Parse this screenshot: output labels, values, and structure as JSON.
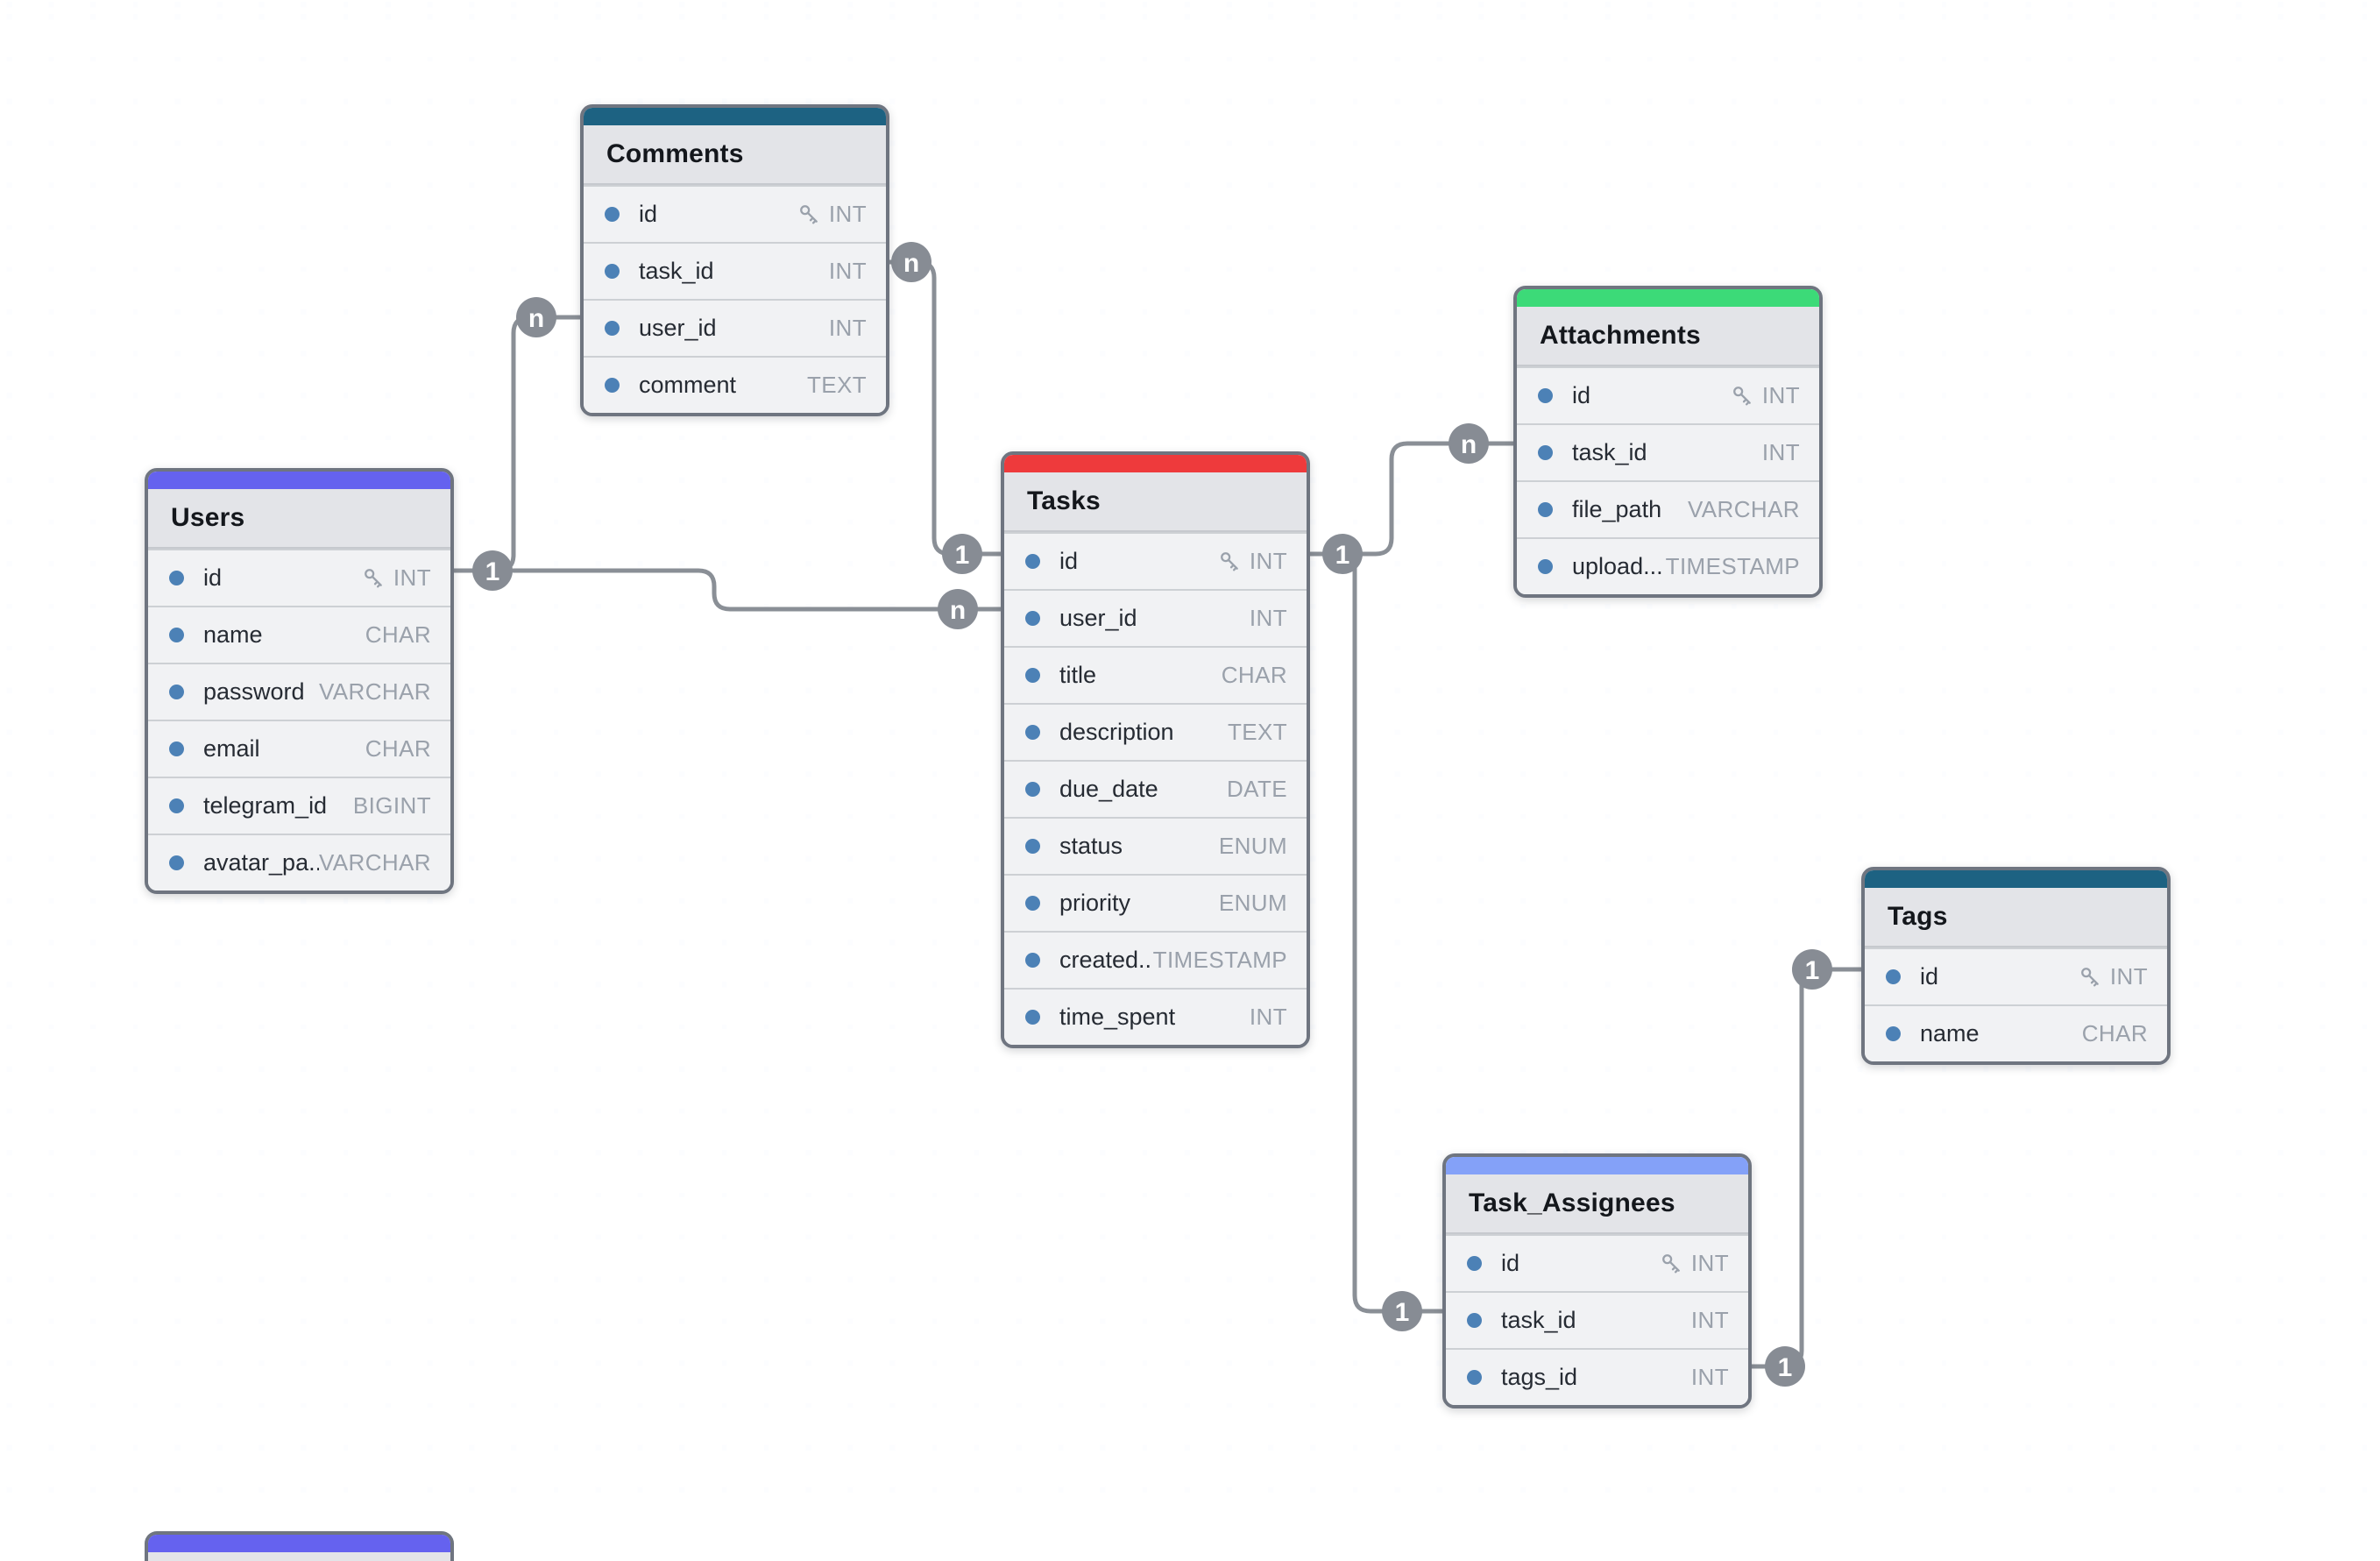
{
  "canvas": {
    "background_color": "#fcfdff",
    "dot_color": "#6898c6"
  },
  "icons": {
    "primary_key": "key-icon",
    "field_marker": "dot-icon"
  },
  "tables": [
    {
      "name": "Comments",
      "accent": "#1d6282",
      "fields": [
        {
          "name": "id",
          "type": "INT",
          "pk": true
        },
        {
          "name": "task_id",
          "type": "INT"
        },
        {
          "name": "user_id",
          "type": "INT"
        },
        {
          "name": "comment",
          "type": "TEXT"
        }
      ]
    },
    {
      "name": "Users",
      "accent": "#6562ef",
      "fields": [
        {
          "name": "id",
          "type": "INT",
          "pk": true
        },
        {
          "name": "name",
          "type": "CHAR"
        },
        {
          "name": "password",
          "type": "VARCHAR"
        },
        {
          "name": "email",
          "type": "CHAR"
        },
        {
          "name": "telegram_id",
          "type": "BIGINT"
        },
        {
          "name": "avatar_pa...",
          "type": "VARCHAR"
        }
      ]
    },
    {
      "name": "Tasks",
      "accent": "#ee3a3c",
      "fields": [
        {
          "name": "id",
          "type": "INT",
          "pk": true
        },
        {
          "name": "user_id",
          "type": "INT"
        },
        {
          "name": "title",
          "type": "CHAR"
        },
        {
          "name": "description",
          "type": "TEXT"
        },
        {
          "name": "due_date",
          "type": "DATE"
        },
        {
          "name": "status",
          "type": "ENUM"
        },
        {
          "name": "priority",
          "type": "ENUM"
        },
        {
          "name": "created...",
          "type": "TIMESTAMP"
        },
        {
          "name": "time_spent",
          "type": "INT"
        }
      ]
    },
    {
      "name": "Attachments",
      "accent": "#3cda78",
      "fields": [
        {
          "name": "id",
          "type": "INT",
          "pk": true
        },
        {
          "name": "task_id",
          "type": "INT"
        },
        {
          "name": "file_path",
          "type": "VARCHAR"
        },
        {
          "name": "upload...",
          "type": "TIMESTAMP"
        }
      ]
    },
    {
      "name": "Tags",
      "accent": "#1d6282",
      "fields": [
        {
          "name": "id",
          "type": "INT",
          "pk": true
        },
        {
          "name": "name",
          "type": "CHAR"
        }
      ]
    },
    {
      "name": "Task_Assignees",
      "accent": "#84a1f8",
      "fields": [
        {
          "name": "id",
          "type": "INT",
          "pk": true
        },
        {
          "name": "task_id",
          "type": "INT"
        },
        {
          "name": "tags_id",
          "type": "INT"
        }
      ]
    }
  ],
  "relationships": [
    {
      "from_table": "Users",
      "from_field": "id",
      "from_cardinality": "1",
      "to_table": "Comments",
      "to_field": "user_id",
      "to_cardinality": "n"
    },
    {
      "from_table": "Users",
      "from_field": "id",
      "from_cardinality": "1",
      "to_table": "Tasks",
      "to_field": "user_id",
      "to_cardinality": "n"
    },
    {
      "from_table": "Tasks",
      "from_field": "id",
      "from_cardinality": "1",
      "to_table": "Comments",
      "to_field": "task_id",
      "to_cardinality": "n"
    },
    {
      "from_table": "Tasks",
      "from_field": "id",
      "from_cardinality": "1",
      "to_table": "Attachments",
      "to_field": "task_id",
      "to_cardinality": "n"
    },
    {
      "from_table": "Tasks",
      "from_field": "id",
      "from_cardinality": "1",
      "to_table": "Task_Assignees",
      "to_field": "task_id",
      "to_cardinality": "1"
    },
    {
      "from_table": "Tags",
      "from_field": "id",
      "from_cardinality": "1",
      "to_table": "Task_Assignees",
      "to_field": "tags_id",
      "to_cardinality": "1"
    }
  ],
  "fragment": {
    "accent": "#6562ef"
  }
}
